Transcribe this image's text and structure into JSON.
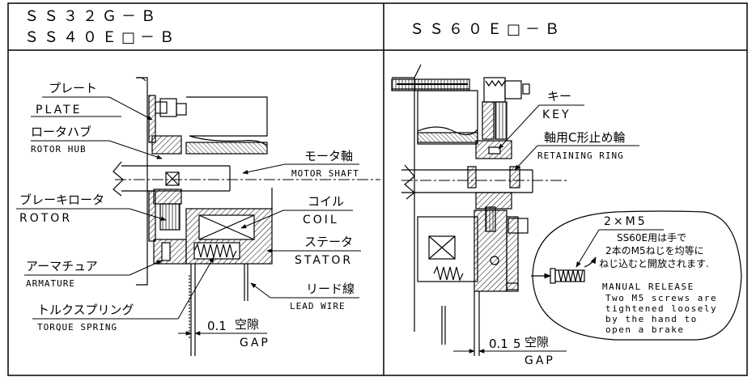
{
  "left_panel": {
    "title_line1": "ＳＳ３２Ｇ－Ｂ",
    "title_line2": "ＳＳ４０Ｅ□－Ｂ",
    "labels": {
      "plate_jp": "プレート",
      "plate_en": "PLATE",
      "rotor_hub_jp": "ロータハブ",
      "rotor_hub_en": "ROTOR HUB",
      "motor_shaft_jp": "モータ軸",
      "motor_shaft_en": "MOTOR SHAFT",
      "brake_rotor_jp": "ブレーキロータ",
      "brake_rotor_en": "ROTOR",
      "coil_jp": "コイル",
      "coil_en": "COIL",
      "stator_jp": "ステータ",
      "stator_en": "STATOR",
      "armature_jp": "アーマチュア",
      "armature_en": "ARMATURE",
      "lead_wire_jp": "リード線",
      "lead_wire_en": "LEAD WIRE",
      "torque_spring_jp": "トルクスプリング",
      "torque_spring_en": "TORQUE SPRING",
      "gap_value": "0.1",
      "gap_jp": "空隙",
      "gap_en": "GAP"
    }
  },
  "right_panel": {
    "title": "ＳＳ６０Ｅ□－Ｂ",
    "labels": {
      "key_jp": "キー",
      "key_en": "KEY",
      "retaining_ring_jp": "軸用C形止め輪",
      "retaining_ring_en": "RETAINING RING",
      "bolt_spec": "2×M5",
      "release_note_jp_1": "SS60E用は手で",
      "release_note_jp_2": "2本のM5ねじを均等に",
      "release_note_jp_3": "ねじ込むと開放されます.",
      "manual_release": "MANUAL RELEASE",
      "release_note_en_1": "Two M5 screws are",
      "release_note_en_2": "tightened loosely",
      "release_note_en_3": "by the hand to",
      "release_note_en_4": "open a brake",
      "gap_value": "0.1",
      "gap_value2": "5",
      "gap_jp": "空隙",
      "gap_en": "GAP"
    }
  }
}
